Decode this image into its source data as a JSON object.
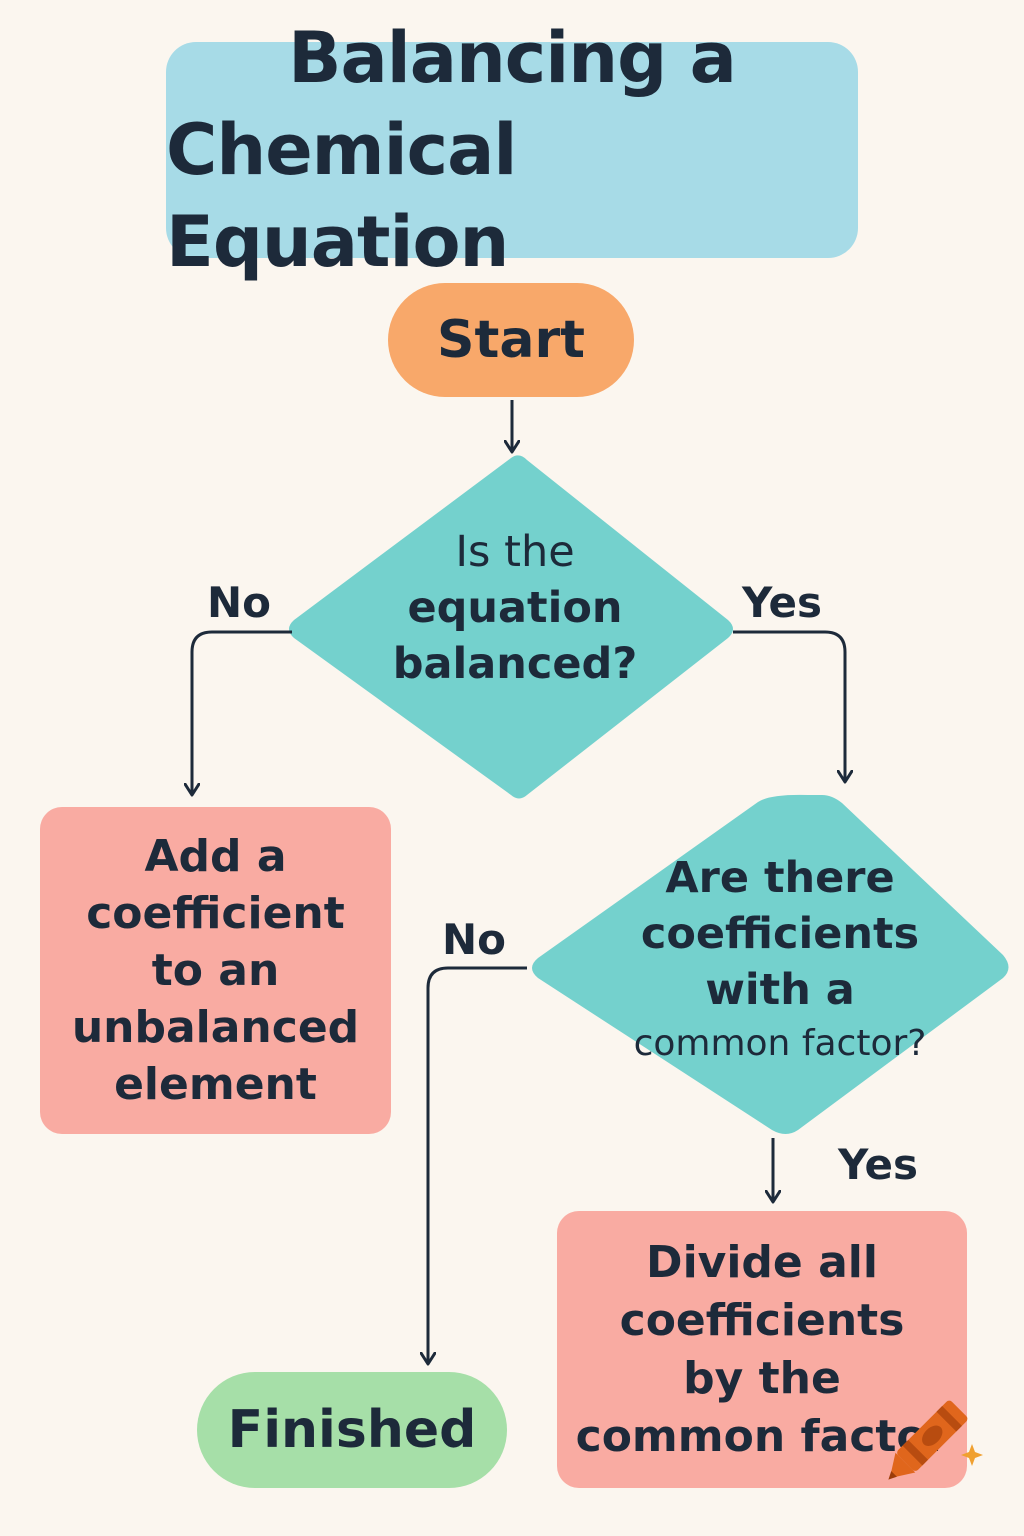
{
  "title": {
    "line1": "Balancing a",
    "line2": "Chemical Equation"
  },
  "start": "Start",
  "decision1": {
    "line1": "Is the",
    "line2": "equation",
    "line3": "balanced?",
    "no_label": "No",
    "yes_label": "Yes"
  },
  "add_box": {
    "line1": "Add a",
    "line2": "coefficient",
    "line3": "to an",
    "line4": "unbalanced",
    "line5": "element"
  },
  "decision2": {
    "line1": "Are there",
    "line2": "coefficients",
    "line3": "with a",
    "line4": "common factor?",
    "no_label": "No",
    "yes_label": "Yes"
  },
  "divide_box": {
    "line1": "Divide all",
    "line2": "coefficients",
    "line3": "by the",
    "line4": "common factor"
  },
  "finished": "Finished",
  "colors": {
    "background": "#fbf6ef",
    "title": "#a7dbe7",
    "start": "#f8a86a",
    "decision": "#74d1cd",
    "process": "#f9aba2",
    "finished": "#a6dfa8",
    "text": "#1d2a3a"
  }
}
